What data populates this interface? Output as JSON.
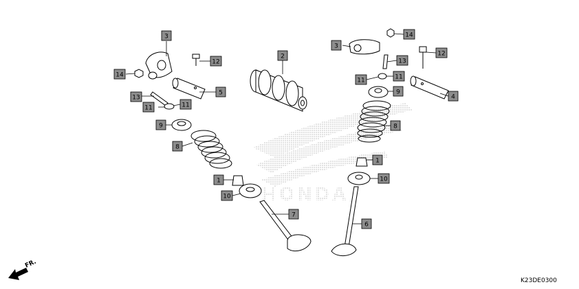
{
  "diagram": {
    "drawing_code": "K23DE0300",
    "direction_label": "FR.",
    "watermark_brand": "HONDA",
    "callouts": {
      "c1a": "1",
      "c1b": "1",
      "c2": "2",
      "c3a": "3",
      "c3b": "3",
      "c4": "4",
      "c5": "5",
      "c6": "6",
      "c7": "7",
      "c8a": "8",
      "c8b": "8",
      "c9a": "9",
      "c9b": "9",
      "c10a": "10",
      "c10b": "10",
      "c11a": "11",
      "c11b": "11",
      "c11c": "11",
      "c11d": "11",
      "c12a": "12",
      "c12b": "12",
      "c13a": "13",
      "c13b": "13",
      "c14a": "14",
      "c14b": "14"
    }
  }
}
